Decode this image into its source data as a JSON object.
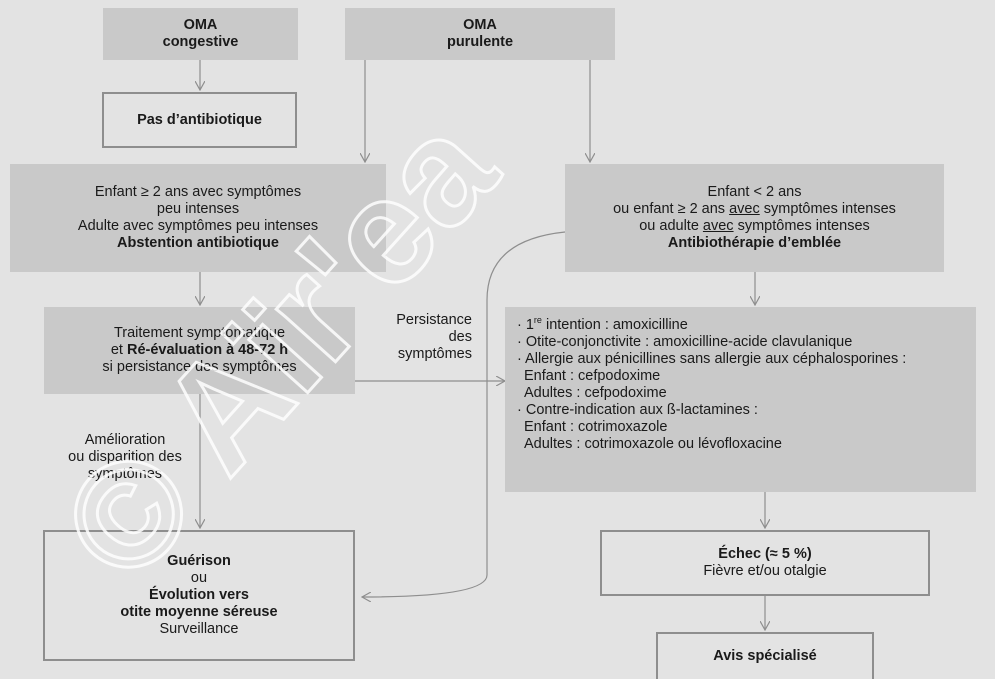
{
  "boxes": {
    "oma_congestive": {
      "line1": "OMA",
      "line2": "congestive"
    },
    "oma_purulente": {
      "line1": "OMA",
      "line2": "purulente"
    },
    "pas_antibiotique": "Pas d’antibiotique",
    "abstention": {
      "line1": "Enfant ≥ 2 ans avec symptômes",
      "line2": "peu intenses",
      "line3": "Adulte avec symptômes peu intenses",
      "line4": "Abstention antibiotique"
    },
    "antibiotherapie": {
      "line1": "Enfant < 2 ans",
      "line2_pre": "ou enfant ≥ 2 ans ",
      "line2_u": "avec",
      "line2_post": " symptômes intenses",
      "line3_pre": "ou adulte ",
      "line3_u": "avec",
      "line3_post": " symptômes intenses",
      "line4": "Antibiothérapie d’emblée"
    },
    "traitement": {
      "line1": "Traitement symptomatique",
      "line2_pre": "et ",
      "line2_bold": "Ré-évaluation à 48-72 h",
      "line3": "si persistance des symptômes"
    },
    "treatment_list": {
      "item1_pre": "· 1",
      "item1_sup": "re",
      "item1_post": " intention : amoxicilline",
      "item2": "· Otite-conjonctivite : amoxicilline-acide clavulanique",
      "item3": "· Allergie aux pénicillines sans allergie aux céphalosporines :",
      "item4": "Enfant : cefpodoxime",
      "item5": "Adultes : cefpodoxime",
      "item6": "· Contre-indication aux ß-lactamines :",
      "item7": "Enfant : cotrimoxazole",
      "item8": "Adultes : cotrimoxazole ou lévofloxacine"
    },
    "guerison": {
      "line1": "Guérison",
      "line2": "ou",
      "line3": "Évolution vers",
      "line4": "otite moyenne séreuse",
      "line5": "Surveillance"
    },
    "echec": {
      "line1": "Échec (≈ 5 %)",
      "line2": "Fièvre et/ou otalgie"
    },
    "avis": "Avis spécialisé"
  },
  "labels": {
    "persistance": {
      "line1": "Persistance",
      "line2": "des",
      "line3": "symptômes"
    },
    "amelioration": {
      "line1": "Amélioration",
      "line2": "ou disparition des",
      "line3": "symptômes"
    }
  },
  "watermark": "© Aïr'ea",
  "colors": {
    "background": "#e3e3e3",
    "box_fill": "#c9c9c9",
    "border": "#8e8e8e",
    "arrow": "#8e8e8e"
  }
}
